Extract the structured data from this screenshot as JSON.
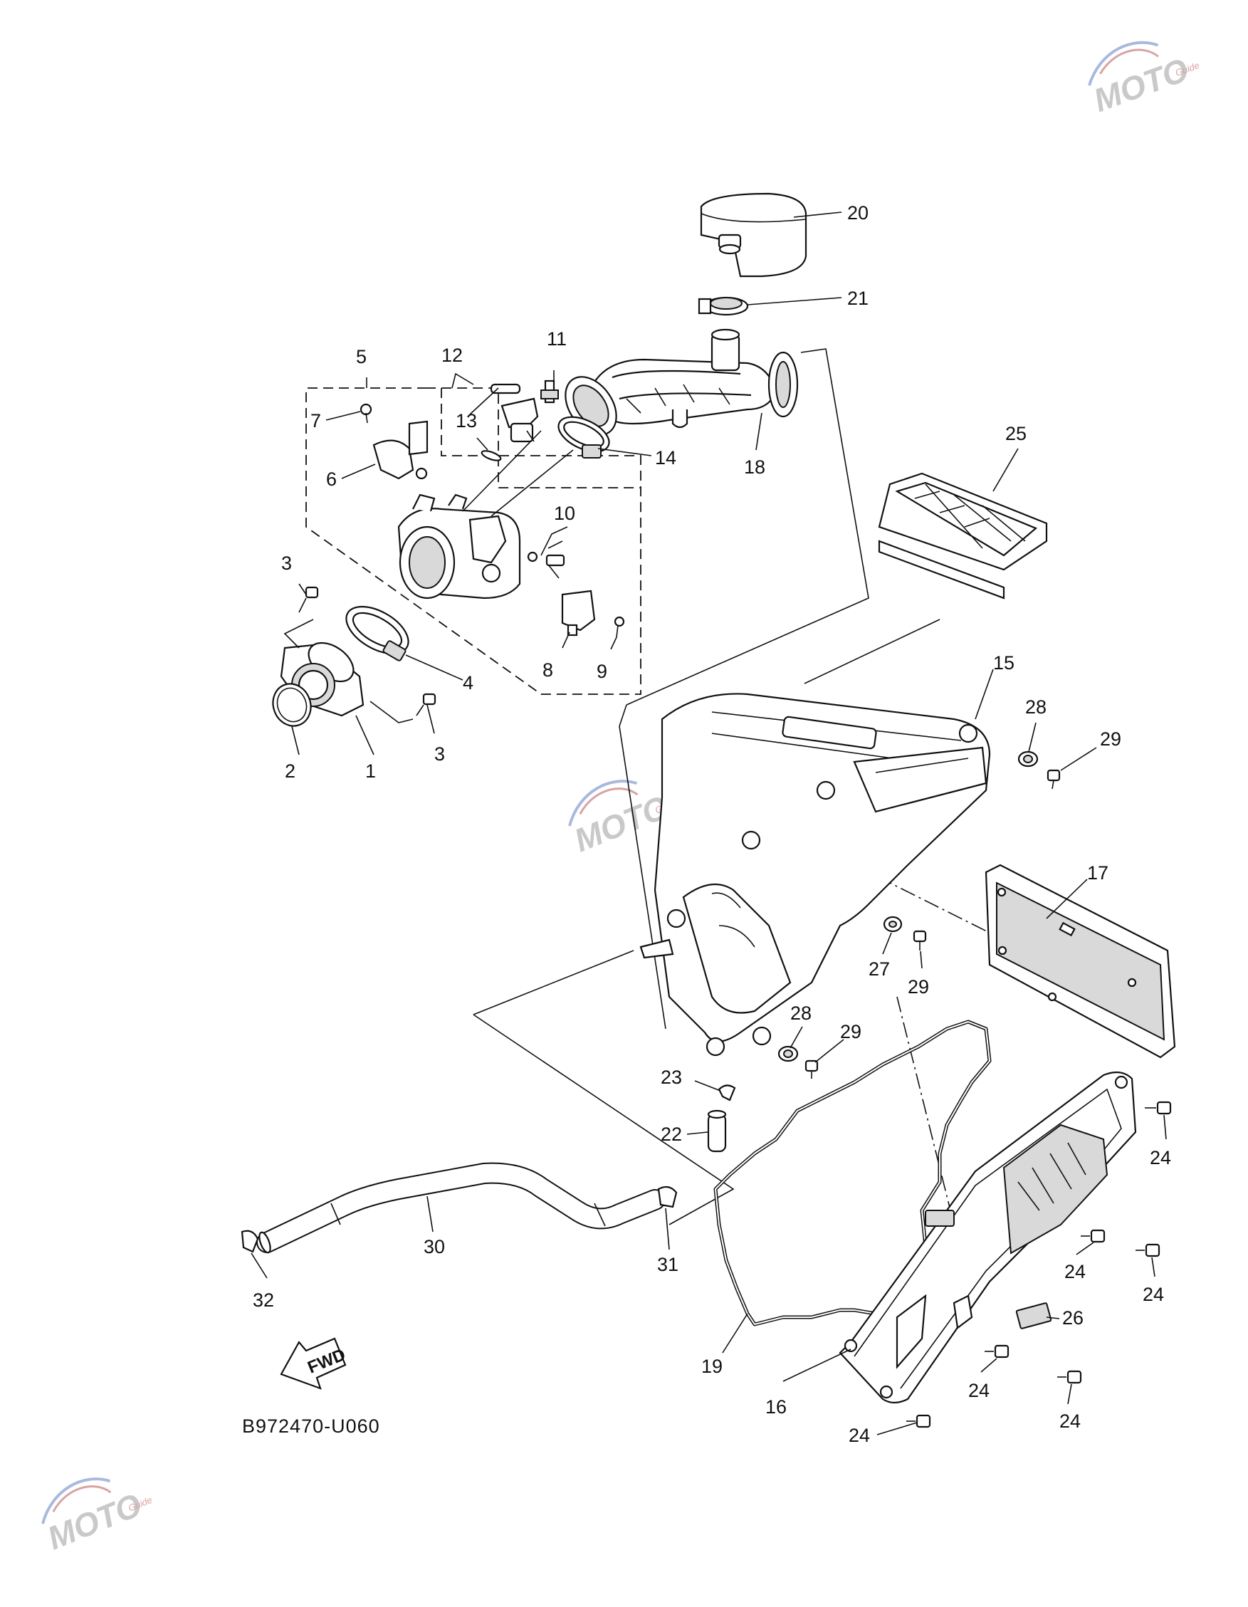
{
  "diagram_code": "B972470-U060",
  "fwd_label": "FWD",
  "watermark": {
    "brand": "MOTO",
    "sub": "Guide"
  },
  "colors": {
    "line": "#111111",
    "watermark_red": "#d9a3a3",
    "watermark_blue": "#a9b9dd",
    "watermark_gray": "#c9c9c9"
  },
  "labels": {
    "p1": "1",
    "p2": "2",
    "p3a": "3",
    "p3b": "3",
    "p4": "4",
    "p5": "5",
    "p6": "6",
    "p7": "7",
    "p8": "8",
    "p9": "9",
    "p10": "10",
    "p11": "11",
    "p12": "12",
    "p13": "13",
    "p14": "14",
    "p15": "15",
    "p16": "16",
    "p17": "17",
    "p18": "18",
    "p19": "19",
    "p20": "20",
    "p21": "21",
    "p22": "22",
    "p23": "23",
    "p24a": "24",
    "p24b": "24",
    "p24c": "24",
    "p24d": "24",
    "p24e": "24",
    "p24f": "24",
    "p25": "25",
    "p26": "26",
    "p27": "27",
    "p28a": "28",
    "p28b": "28",
    "p29a": "29",
    "p29b": "29",
    "p29c": "29",
    "p30": "30",
    "p31": "31",
    "p32": "32"
  }
}
